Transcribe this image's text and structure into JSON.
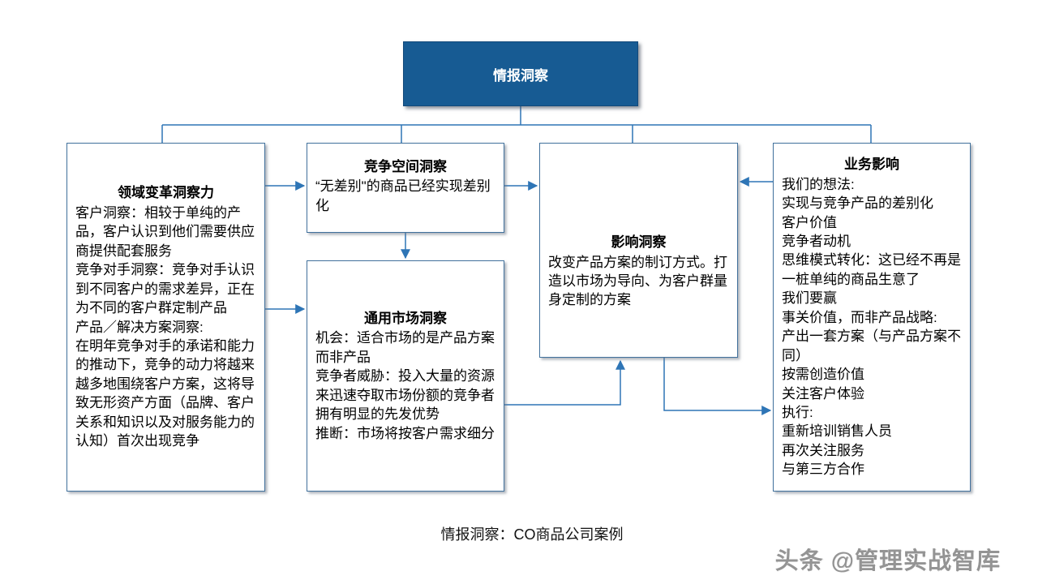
{
  "page": {
    "caption": "情报洞察：CO商品公司案例",
    "watermark": "头条 @管理实战智库"
  },
  "colors": {
    "root_fill": "#175B93",
    "root_text": "#FFFFFF",
    "box_border": "#41719C",
    "connector_line": "#2E75B6"
  },
  "diagram": {
    "root": {
      "title": "情报洞察"
    },
    "boxes": {
      "domain_change": {
        "title": "领域变革洞察力",
        "body": "客户洞察：相较于单纯的产品，客户认识到他们需要供应商提供配套服务\n竞争对手洞察：竞争对手认识到不同客户的需求差异，正在为不同的客户群定制产品\n产品／解决方案洞察:\n在明年竞争对手的承诺和能力的推动下，竞争的动力将越来越多地围绕客户方案，这将导致无形资产方面（品牌、客户关系和知识以及对服务能力的认知）首次出现竞争"
      },
      "competitive_space": {
        "title": "竞争空间洞察",
        "body": "“无差别\"的商品已经实现差别化"
      },
      "general_market": {
        "title": "通用市场洞察",
        "body": "机会：适合市场的是产品方案而非产品\n竞争者威胁：投入大量的资源来迅速夺取市场份额的竞争者拥有明显的先发优势\n推断：市场将按客户需求细分"
      },
      "impact": {
        "title": "影响洞察",
        "body": "改变产品方案的制订方式。打造以市场为导向、为客户群量身定制的方案"
      },
      "business_impact": {
        "title": "业务影响",
        "body": "我们的想法:\n实现与竞争产品的差别化\n客户价值\n竞争者动机\n思维模式转化：这已经不再是一桩单纯的商品生意了\n我们要赢\n事关价值，而非产品战略:\n产出一套方案（与产品方案不同）\n按需创造价值\n关注客户体验\n执行:\n重新培训销售人员\n再次关注服务\n与第三方合作"
      }
    }
  }
}
